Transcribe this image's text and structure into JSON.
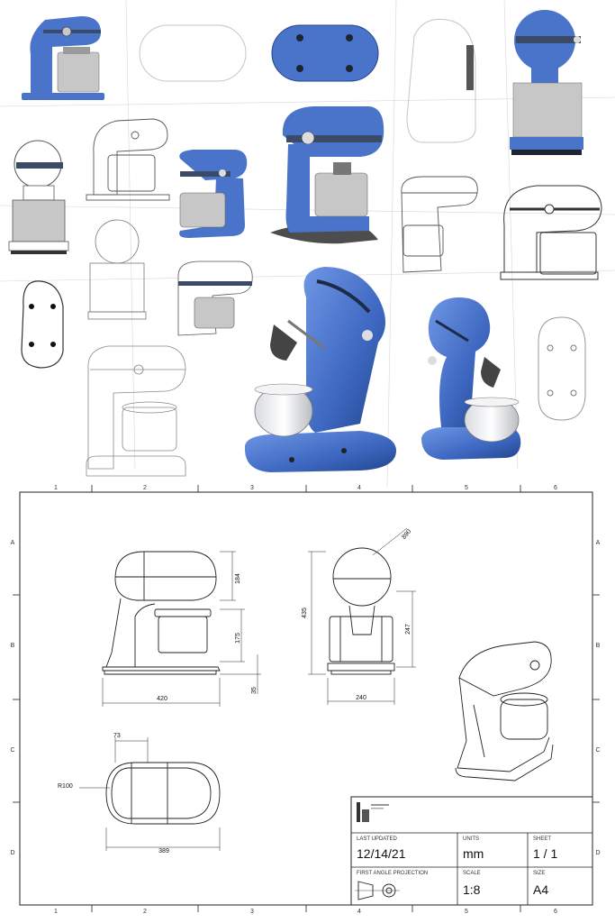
{
  "grid": {
    "columns": [
      "1",
      "2",
      "3",
      "4",
      "5",
      "6"
    ],
    "rows": [
      "A",
      "B",
      "C",
      "D"
    ]
  },
  "dimensions": {
    "d890": "890",
    "d184": "184",
    "d175": "175",
    "d35": "35",
    "d420": "420",
    "d435": "435",
    "d247": "247",
    "d240": "240",
    "d73": "73",
    "r100": "R100",
    "d389": "389"
  },
  "title_block": {
    "last_updated_label": "LAST UPDATED",
    "last_updated_value": "12/14/21",
    "units_label": "UNITS",
    "units_value": "mm",
    "sheet_label": "SHEET",
    "sheet_value": "1 / 1",
    "projection_label": "FIRST ANGLE PROJECTION",
    "scale_label": "SCALE",
    "scale_value": "1:8",
    "size_label": "SIZE",
    "size_value": "A4"
  },
  "colors": {
    "mixer_blue": "#4a74c9",
    "mixer_dark": "#2b4f99",
    "bowl_grey": "#c7c7c7",
    "stripe": "#3b4a66"
  }
}
